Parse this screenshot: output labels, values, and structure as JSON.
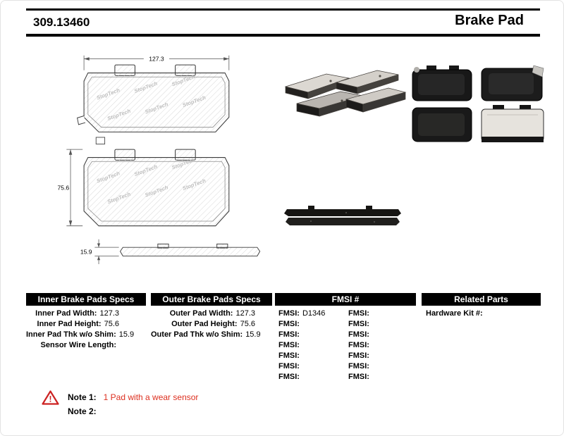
{
  "colors": {
    "accent_red": "#dd2f1f",
    "header_bar": "#000000",
    "hatch_gray": "#d2d2d2"
  },
  "header": {
    "part_number": "309.13460",
    "product_name": "Brake Pad"
  },
  "drawing": {
    "watermark": "StopTech",
    "dims": {
      "width": "127.3",
      "height": "75.6",
      "thickness": "15.9"
    }
  },
  "specs": {
    "inner": {
      "title": "Inner Brake Pads Specs",
      "rows": [
        {
          "label": "Inner Pad Width:",
          "value": "127.3"
        },
        {
          "label": "Inner Pad Height:",
          "value": "75.6"
        },
        {
          "label": "Inner Pad Thk w/o Shim:",
          "value": "15.9"
        },
        {
          "label": "Sensor Wire Length:",
          "value": ""
        }
      ]
    },
    "outer": {
      "title": "Outer Brake Pads Specs",
      "rows": [
        {
          "label": "Outer Pad Width:",
          "value": "127.3"
        },
        {
          "label": "Outer Pad Height:",
          "value": "75.6"
        },
        {
          "label": "Outer Pad Thk w/o Shim:",
          "value": "15.9"
        }
      ]
    },
    "fmsi": {
      "title": "FMSI #",
      "col1": [
        {
          "label": "FMSI:",
          "value": "D1346"
        },
        {
          "label": "FMSI:",
          "value": ""
        },
        {
          "label": "FMSI:",
          "value": ""
        },
        {
          "label": "FMSI:",
          "value": ""
        },
        {
          "label": "FMSI:",
          "value": ""
        },
        {
          "label": "FMSI:",
          "value": ""
        },
        {
          "label": "FMSI:",
          "value": ""
        }
      ],
      "col2": [
        {
          "label": "FMSI:",
          "value": ""
        },
        {
          "label": "FMSI:",
          "value": ""
        },
        {
          "label": "FMSI:",
          "value": ""
        },
        {
          "label": "FMSI:",
          "value": ""
        },
        {
          "label": "FMSI:",
          "value": ""
        },
        {
          "label": "FMSI:",
          "value": ""
        },
        {
          "label": "FMSI:",
          "value": ""
        }
      ]
    },
    "related": {
      "title": "Related Parts",
      "rows": [
        {
          "label": "Hardware Kit #:",
          "value": ""
        }
      ]
    }
  },
  "notes": {
    "note1_label": "Note 1:",
    "note1_text": "1 Pad with a wear sensor",
    "note2_label": "Note 2:"
  }
}
